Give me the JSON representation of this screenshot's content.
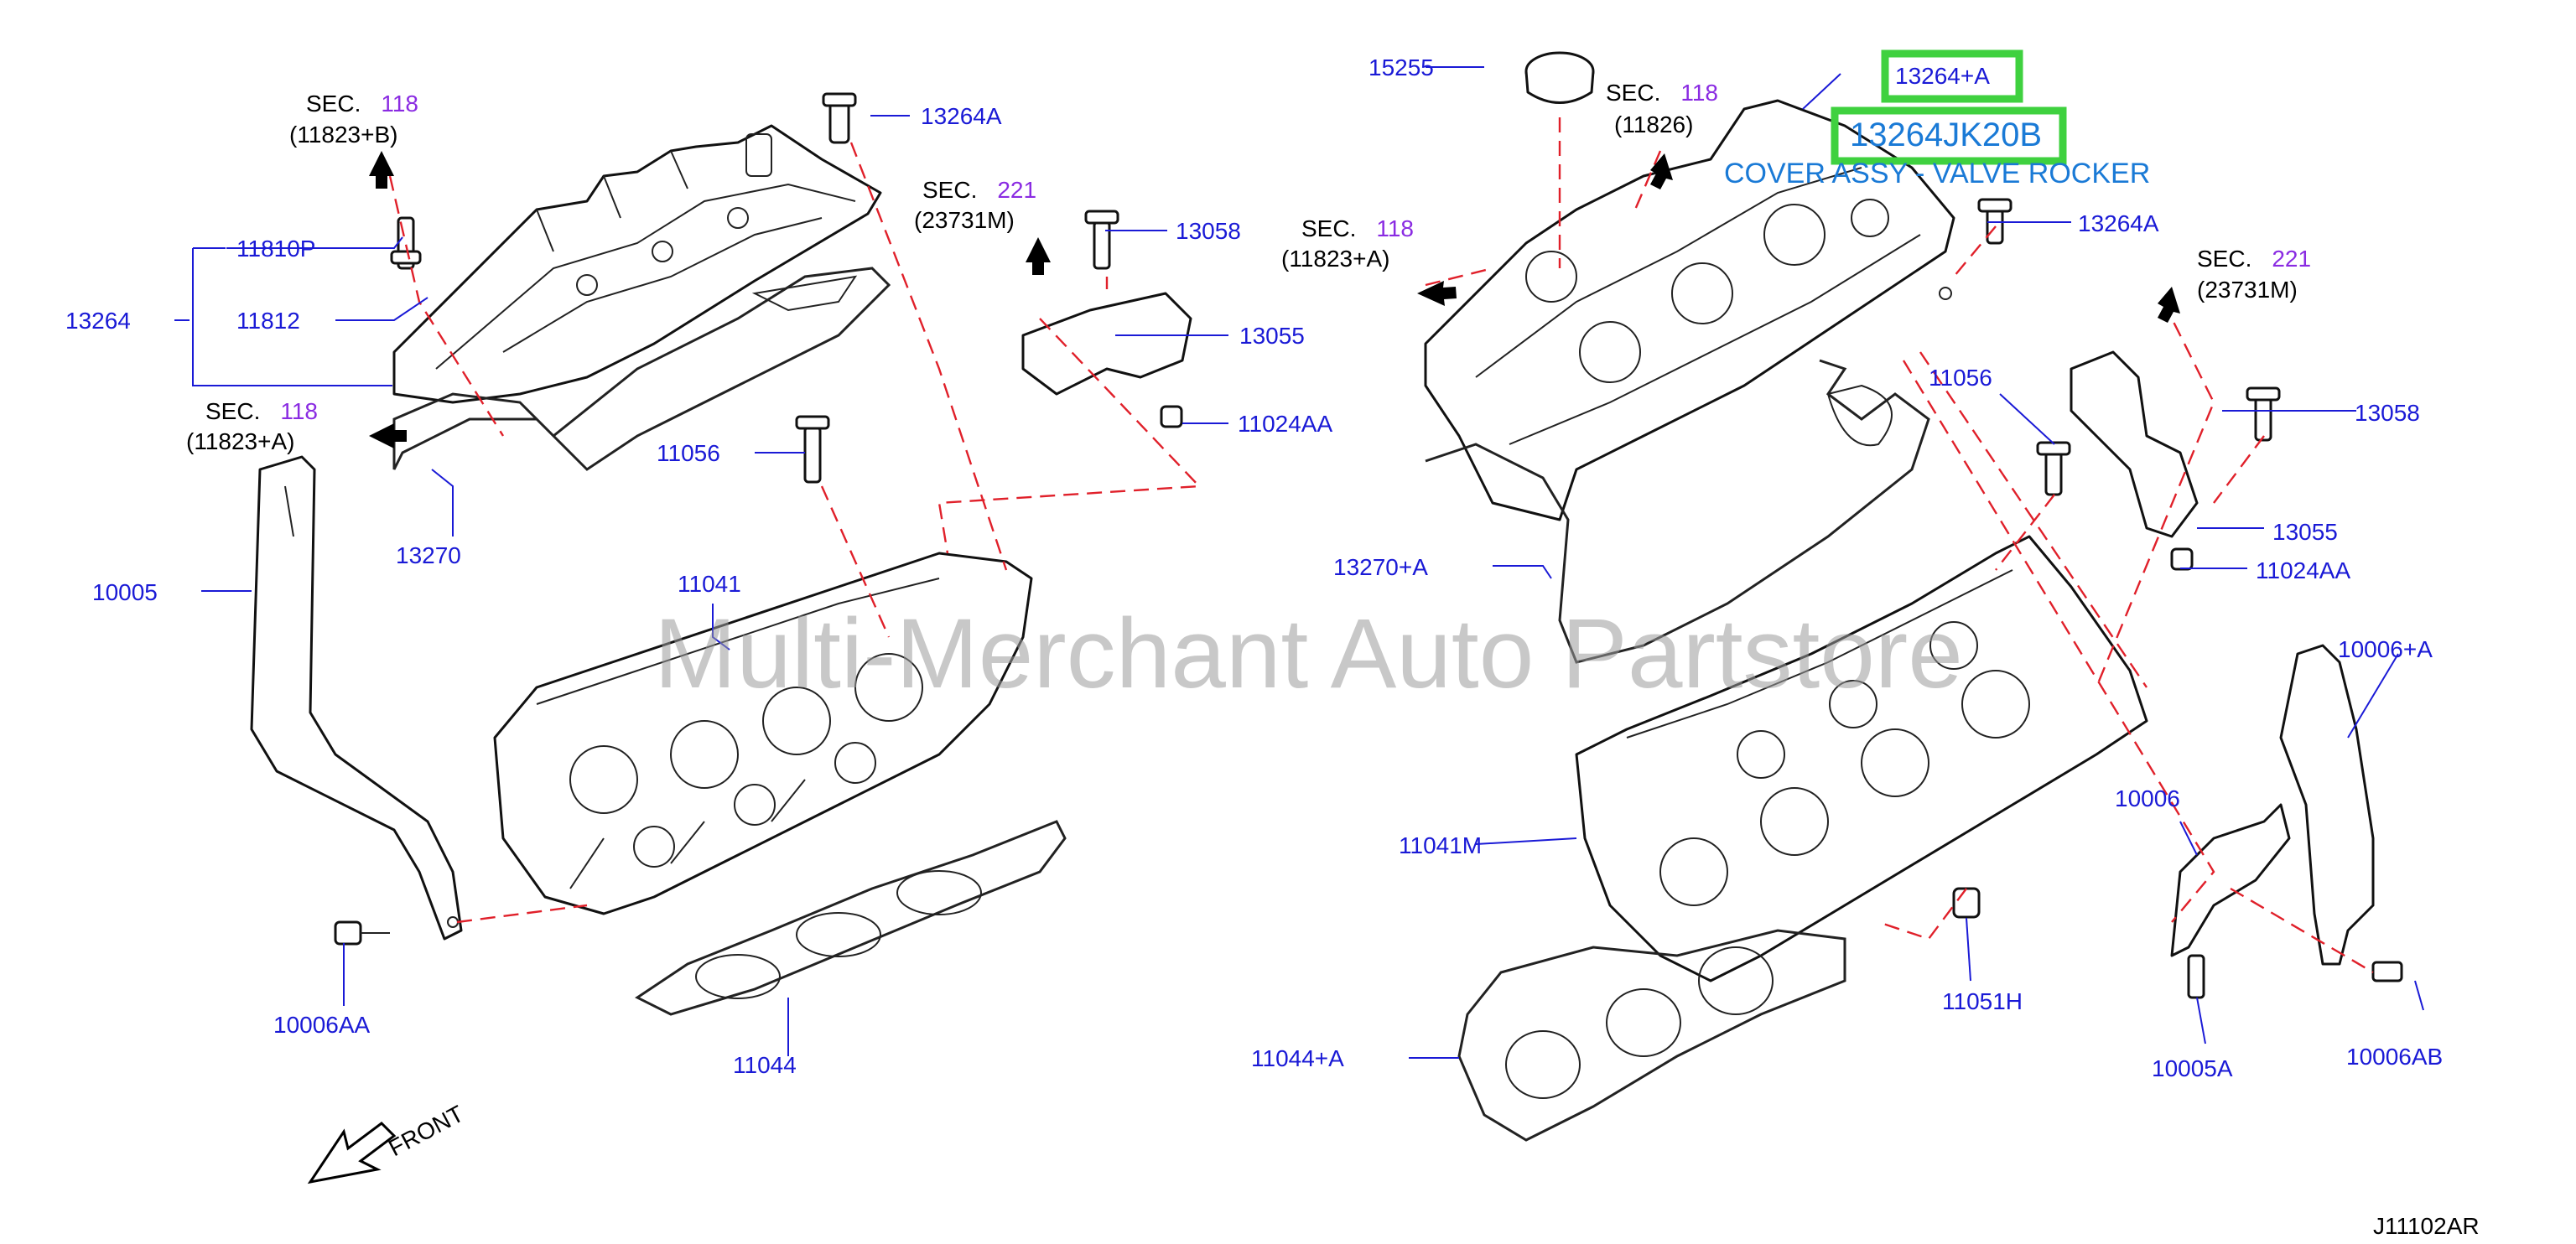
{
  "labels": {
    "l15255": "15255",
    "l13264Ap": "13264+A",
    "l13264JK20B": "13264JK20B",
    "lCover": "COVER ASSY - VALVE ROCKER",
    "l13264A_r": "13264A",
    "l13264A_l": "13264A",
    "l11810P": "11810P",
    "l13264": "13264",
    "l11812": "11812",
    "l13058_l": "13058",
    "l13058_r": "13058",
    "l13055_l": "13055",
    "l13055_r": "13055",
    "l11024AA_l": "11024AA",
    "l11024AA_r": "11024AA",
    "l11056_l": "11056",
    "l11056_r": "11056",
    "l13270": "13270",
    "l13270Ap": "13270+A",
    "l10005": "10005",
    "l11041": "11041",
    "l11041M": "11041M",
    "l10006Ap": "10006+A",
    "l10006": "10006",
    "l10006AA": "10006AA",
    "l10006AB": "10006AB",
    "l10005A": "10005A",
    "l11051H": "11051H",
    "l11044": "11044",
    "l11044Ap": "11044+A",
    "front": "FRONT",
    "code": "J11102AR"
  },
  "sec": {
    "s1": {
      "prefix": "SEC.",
      "num": "118",
      "sub": "(11823+B)"
    },
    "s2": {
      "prefix": "SEC.",
      "num": "118",
      "sub": "(11823+A)"
    },
    "s3": {
      "prefix": "SEC.",
      "num": "221",
      "sub": "(23731M)"
    },
    "s4": {
      "prefix": "SEC.",
      "num": "118",
      "sub": "(11826)"
    },
    "s5": {
      "prefix": "SEC.",
      "num": "118",
      "sub": "(11823+A)"
    },
    "s6": {
      "prefix": "SEC.",
      "num": "221",
      "sub": "(23731M)"
    }
  },
  "watermark": "Multi-Merchant Auto Partstore",
  "colors": {
    "label": "#1a1ad6",
    "sec_number": "#8a2be2",
    "dashed_line": "#e0202a",
    "highlight": "#3fd13f",
    "highlight_text": "#1a7ad6"
  }
}
